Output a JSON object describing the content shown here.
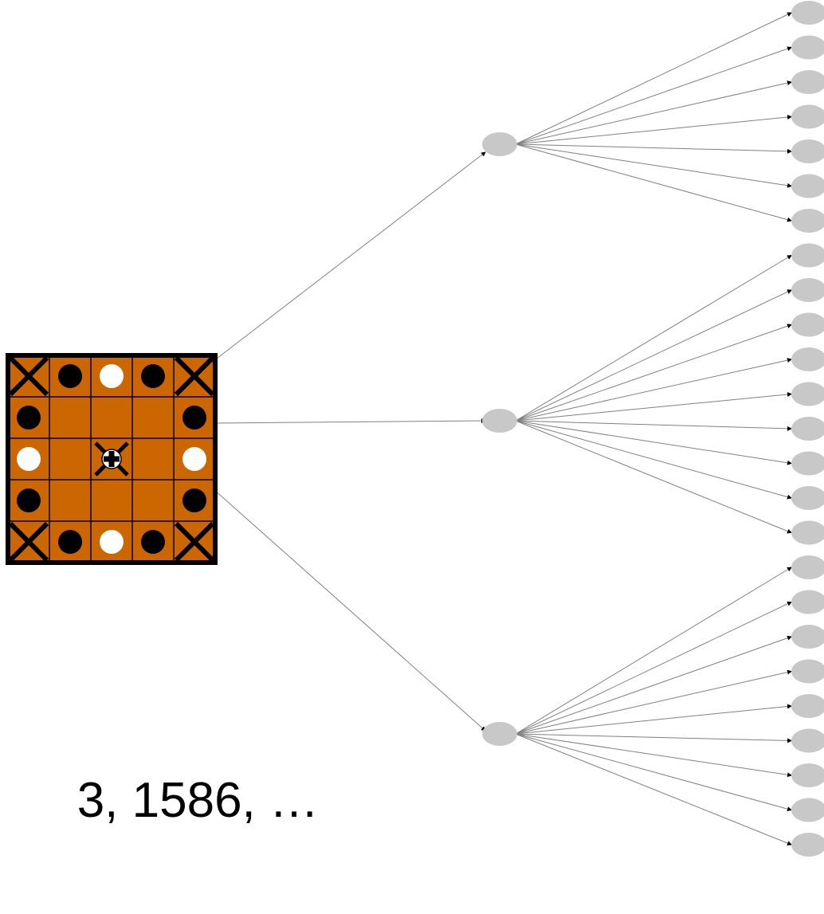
{
  "sequence_text": "3, 1586, …",
  "colors": {
    "board_fill": "#cc6600",
    "board_line": "#000000",
    "node_fill": "#c8c8c8",
    "edge_color": "#808080",
    "piece_black": "#000000",
    "piece_white": "#ffffff"
  },
  "board": {
    "cells": [
      [
        "x",
        "black",
        "white",
        "black",
        "x"
      ],
      [
        "black",
        "empty",
        "empty",
        "empty",
        "black"
      ],
      [
        "white",
        "empty",
        "x-center",
        "empty",
        "white"
      ],
      [
        "black",
        "empty",
        "empty",
        "empty",
        "black"
      ],
      [
        "x",
        "black",
        "white",
        "black",
        "x"
      ]
    ],
    "center_marker_icon": "plus-in-circle-icon"
  },
  "tree": {
    "root": "board",
    "level1_nodes": 3,
    "children_per_level1_node": [
      7,
      9,
      9
    ]
  }
}
